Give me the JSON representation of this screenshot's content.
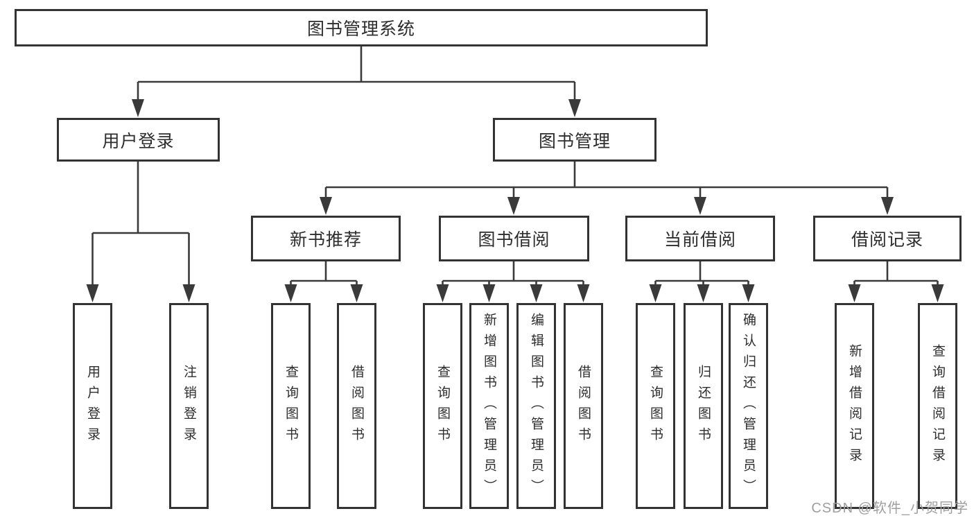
{
  "root": {
    "label": "图书管理系统"
  },
  "level2": [
    {
      "label": "用户登录"
    },
    {
      "label": "图书管理"
    }
  ],
  "level3": [
    {
      "label": "新书推荐"
    },
    {
      "label": "图书借阅"
    },
    {
      "label": "当前借阅"
    },
    {
      "label": "借阅记录"
    }
  ],
  "leaves": [
    {
      "label": "用户登录"
    },
    {
      "label": "注销登录"
    },
    {
      "label": "查询图书"
    },
    {
      "label": "借阅图书"
    },
    {
      "label": "查询图书"
    },
    {
      "label": "新增图书（管理员）"
    },
    {
      "label": "编辑图书（管理员）"
    },
    {
      "label": "借阅图书"
    },
    {
      "label": "查询图书"
    },
    {
      "label": "归还图书"
    },
    {
      "label": "确认归还（管理员）"
    },
    {
      "label": "新增借阅记录"
    },
    {
      "label": "查询借阅记录"
    }
  ],
  "watermark": "CSDN @软件_小贺同学",
  "colors": {
    "line": "#3a3a3a",
    "box-border": "#333333",
    "text": "#2d2d2d",
    "watermark": "#9f9f9f",
    "bg": "#ffffff"
  }
}
